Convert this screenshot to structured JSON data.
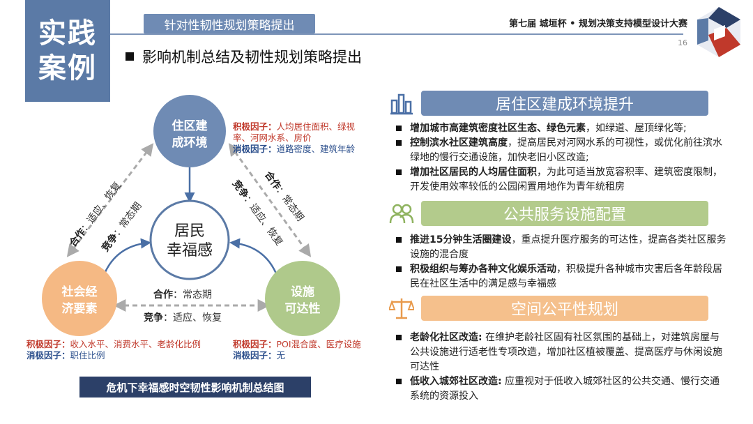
{
  "header": {
    "case_label_line1": "实践",
    "case_label_line2": "案例",
    "section_tab": "针对性韧性规划策略提出",
    "contest": "第七届 城垣杯 • 规划决策支持模型设计大赛",
    "page_number": "16",
    "subtitle": "影响机制总结及韧性规划策略提出"
  },
  "diagram": {
    "nodes": {
      "top": "住区建|成环境",
      "center": "居民|幸福感",
      "left": "社会经|济要素",
      "right": "设施|可达性"
    },
    "edges": {
      "left_top_coop_label": "合作",
      "left_top_coop_val": "：适应、恢复",
      "left_top_comp_label": "竞争",
      "left_top_comp_val": "：常态期",
      "right_top_coop_label": "合作",
      "right_top_coop_val": "：常态期",
      "right_top_comp_label": "竞争",
      "right_top_comp_val": "：适应、恢复",
      "bottom_coop_label": "合作",
      "bottom_coop_val": "：常态期",
      "bottom_comp_label": "竞争",
      "bottom_comp_val": "：适应、恢复"
    },
    "factors": {
      "top_pos_label": "积极因子：",
      "top_pos_val": "人均居住面积、绿视率、河网水系、房价",
      "top_neg_label": "消极因子：",
      "top_neg_val": "道路密度、建筑年龄",
      "left_pos_label": "积极因子：",
      "left_pos_val": "收入水平、消费水平、老龄化比例",
      "left_neg_label": "消极因子：",
      "left_neg_val": "职住比例",
      "right_pos_label": "积极因子：",
      "right_pos_val": "POI混合度、医疗设施",
      "right_neg_label": "消极因子：",
      "right_neg_val": "无"
    },
    "caption": "危机下幸福感时空韧性影响机制总结图"
  },
  "strategies": [
    {
      "title": "居住区建成环境提升",
      "icon": "building-chart-icon",
      "color": "#6f8bb4",
      "items": [
        {
          "bold": "增加城市高建筑密度社区生态、绿色元素",
          "text": "，如绿道、屋顶绿化等;"
        },
        {
          "bold": "控制滨水社区建筑高度",
          "text": "，提高居民对河网水系的可视性，或优化前往滨水绿地的慢行交通设施，加快老旧小区改造;"
        },
        {
          "bold": "增加社区居民的人均居住面积",
          "text": "，为此可适当放宽容积率、建筑密度限制，开发使用效率较低的公园闲置用地作为青年统租房"
        }
      ]
    },
    {
      "title": "公共服务设施配置",
      "icon": "people-icon",
      "color": "#b3cb8c",
      "items": [
        {
          "bold": "推进15分钟生活圈建设",
          "text": "，重点提升医疗服务的可达性，提高各类社区服务设施的混合度"
        },
        {
          "bold": "积极组织与筹办各种文化娱乐活动",
          "text": "，积极提升各种城市灾害后各年龄段居民在社区生活中的满足感与幸福感"
        }
      ]
    },
    {
      "title": "空间公平性规划",
      "icon": "scales-icon",
      "color": "#f5c08c",
      "items": [
        {
          "bold": "老龄化社区改造:",
          "text": " 在维护老龄社区固有社区氛围的基础上，对建筑房屋与公共设施进行适老性专项改造，增加社区植被覆盖、提高医疗与休闲设施可达性"
        },
        {
          "bold": "低收入城郊社区改造:",
          "text": " 应重视对于低收入城郊社区的公共交通、慢行交通系统的资源投入"
        }
      ]
    }
  ],
  "colors": {
    "node_top": "#6f8bb4",
    "node_left": "#f5b984",
    "node_right": "#afc98b",
    "center_border": "#5b7aa6"
  }
}
